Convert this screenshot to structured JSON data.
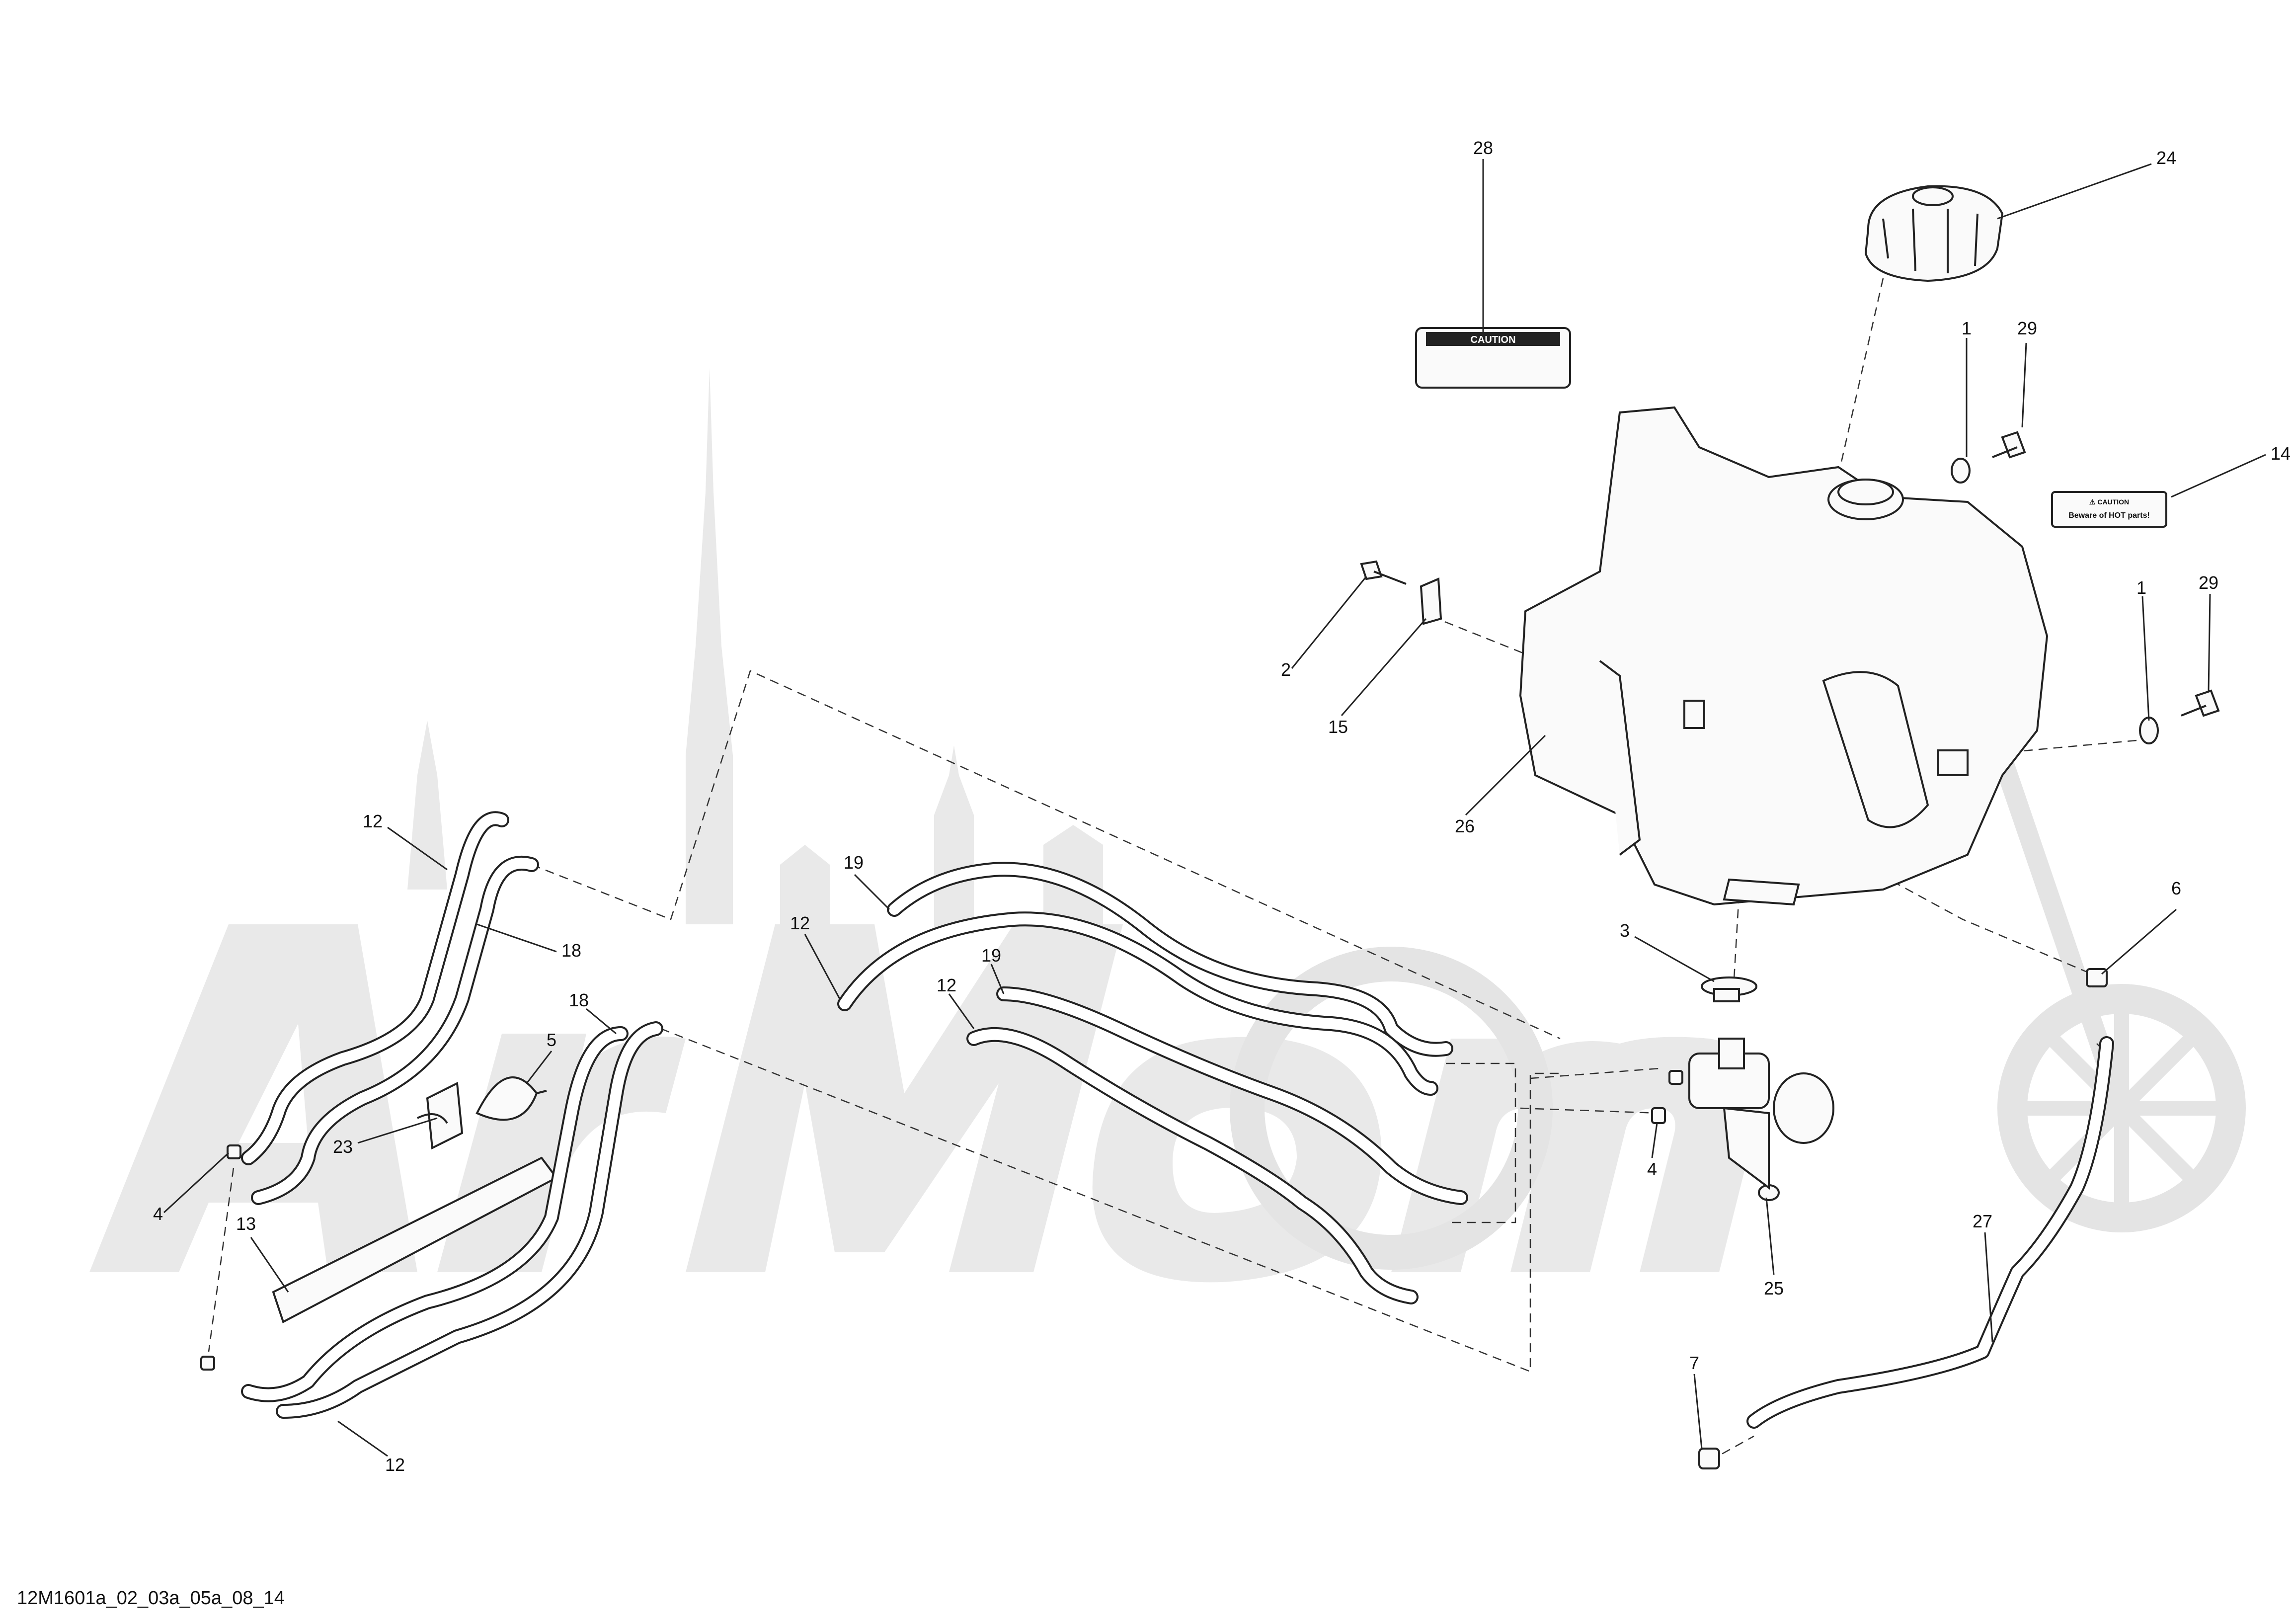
{
  "diagram": {
    "reference_code": "12M1601a_02_03a_05a_08_14",
    "caution_label_text": "CAUTION",
    "hot_label": {
      "line1": "⚠ CAUTION",
      "line2": "Beware of HOT parts!"
    },
    "callouts": [
      {
        "id": "28",
        "text": "28"
      },
      {
        "id": "24",
        "text": "24"
      },
      {
        "id": "1a",
        "text": "1"
      },
      {
        "id": "29a",
        "text": "29"
      },
      {
        "id": "14",
        "text": "14"
      },
      {
        "id": "1b",
        "text": "1"
      },
      {
        "id": "29b",
        "text": "29"
      },
      {
        "id": "2",
        "text": "2"
      },
      {
        "id": "15",
        "text": "15"
      },
      {
        "id": "26",
        "text": "26"
      },
      {
        "id": "3",
        "text": "3"
      },
      {
        "id": "6",
        "text": "6"
      },
      {
        "id": "25",
        "text": "25"
      },
      {
        "id": "4b",
        "text": "4"
      },
      {
        "id": "27",
        "text": "27"
      },
      {
        "id": "7",
        "text": "7"
      },
      {
        "id": "12a",
        "text": "12"
      },
      {
        "id": "18a",
        "text": "18"
      },
      {
        "id": "18b",
        "text": "18"
      },
      {
        "id": "5",
        "text": "5"
      },
      {
        "id": "23",
        "text": "23"
      },
      {
        "id": "4a",
        "text": "4"
      },
      {
        "id": "13",
        "text": "13"
      },
      {
        "id": "12b",
        "text": "12"
      },
      {
        "id": "19a",
        "text": "19"
      },
      {
        "id": "12c",
        "text": "12"
      },
      {
        "id": "19b",
        "text": "19"
      },
      {
        "id": "12d",
        "text": "12"
      }
    ]
  }
}
